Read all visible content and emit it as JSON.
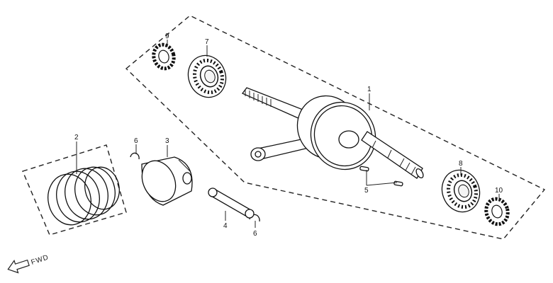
{
  "callouts": {
    "c1": "1",
    "c2": "2",
    "c3": "3",
    "c4": "4",
    "c5": "5",
    "c6a": "6",
    "c6b": "6",
    "c7": "7",
    "c8": "8",
    "c9": "9",
    "c10": "10"
  },
  "direction_label": "FWD"
}
